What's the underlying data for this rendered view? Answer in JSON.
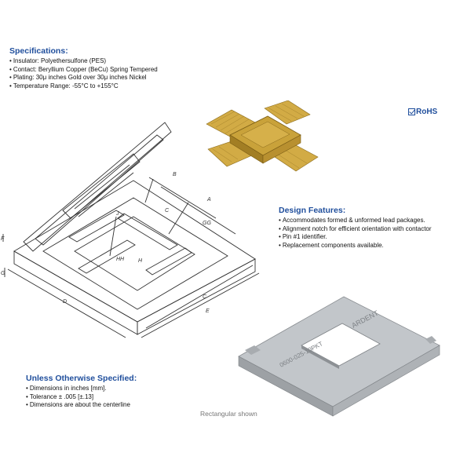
{
  "specifications": {
    "heading": "Specifications:",
    "items": [
      "Insulator: Polyethersulfone (PES)",
      "Contact: Beryllium Copper (BeCu) Spring Tempered",
      "Plating: 30μ inches Gold over 30μ inches Nickel",
      "Temperature Range: -55°C to +155°C"
    ]
  },
  "rohs": {
    "label": "RoHS"
  },
  "design_features": {
    "heading": "Design  Features:",
    "items": [
      "Accommodates formed & unformed lead packages.",
      "Alignment notch for efficient orientation with contactor",
      "Pin #1 identifier.",
      "Replacement components available."
    ]
  },
  "unless_specified": {
    "heading": "Unless Otherwise Specified:",
    "items": [
      "Dimensions in inches [mm].",
      "Tolerance ± .005 [±.13]",
      "Dimensions are about the centerline"
    ]
  },
  "caption": "Rectangular shown",
  "drawing_labels": {
    "a": "A",
    "b": "B",
    "c": "C",
    "d": "D",
    "e": "E",
    "f": "F",
    "g": "G",
    "gg": "GG",
    "h": "H",
    "hh": "HH",
    "j": "J"
  },
  "socket_markings": {
    "brand": "ARDENT",
    "part": "0600-025-10PKT"
  },
  "colors": {
    "heading": "#1f4e9c",
    "chip_gold": "#c9a23a",
    "socket_gray": "#b8bcc0"
  }
}
